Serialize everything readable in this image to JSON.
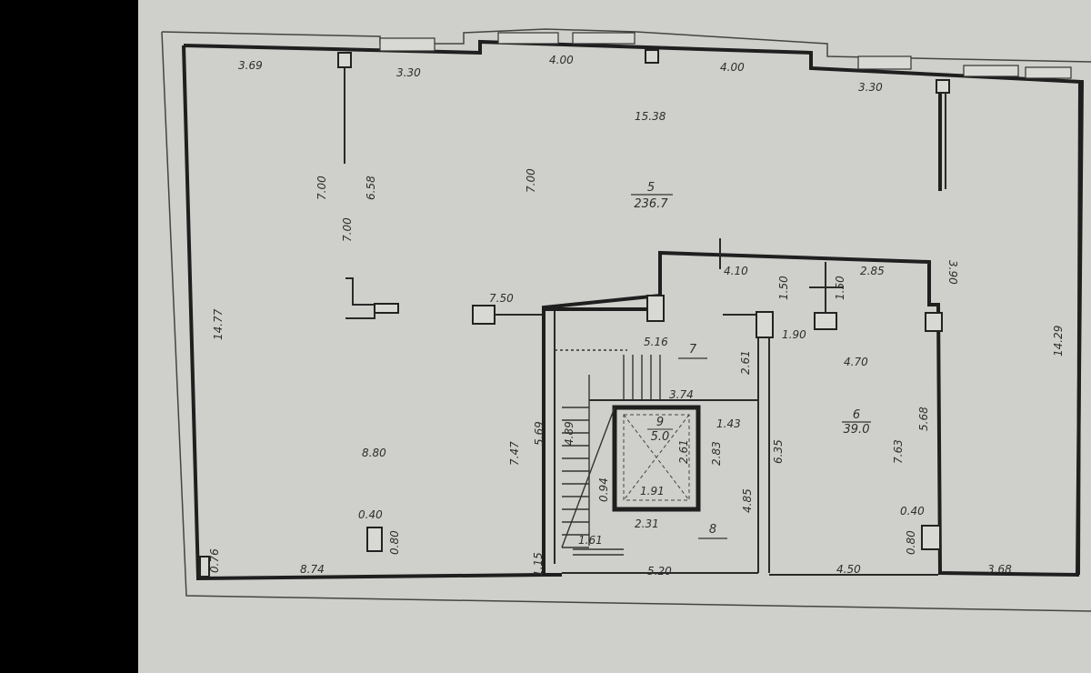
{
  "plan": {
    "labels": [
      {
        "id": "dim-3-69",
        "text": "3.69"
      },
      {
        "id": "dim-3-30-a",
        "text": "3.30"
      },
      {
        "id": "dim-4-00-a",
        "text": "4.00"
      },
      {
        "id": "dim-4-00-b",
        "text": "4.00"
      },
      {
        "id": "dim-3-30-b",
        "text": "3.30"
      },
      {
        "id": "dim-15-38",
        "text": "15.38"
      },
      {
        "id": "dim-7-00-a",
        "text": "7.00"
      },
      {
        "id": "dim-6-58",
        "text": "6.58"
      },
      {
        "id": "dim-7-00-b",
        "text": "7.00"
      },
      {
        "id": "dim-7-00-c",
        "text": "7.00"
      },
      {
        "id": "dim-3-90",
        "text": "3.90"
      },
      {
        "id": "dim-14-77",
        "text": "14.77"
      },
      {
        "id": "dim-14-29",
        "text": "14.29"
      },
      {
        "id": "dim-7-50",
        "text": "7.50"
      },
      {
        "id": "dim-4-10",
        "text": "4.10"
      },
      {
        "id": "dim-1-50-a",
        "text": "1.50"
      },
      {
        "id": "dim-1-50-b",
        "text": "1.50"
      },
      {
        "id": "dim-2-85",
        "text": "2.85"
      },
      {
        "id": "dim-5-16",
        "text": "5.16"
      },
      {
        "id": "dim-2-61",
        "text": "2.61"
      },
      {
        "id": "dim-1-90",
        "text": "1.90"
      },
      {
        "id": "dim-4-70",
        "text": "4.70"
      },
      {
        "id": "dim-3-74",
        "text": "3.74"
      },
      {
        "id": "dim-1-43",
        "text": "1.43"
      },
      {
        "id": "dim-8-80",
        "text": "8.80"
      },
      {
        "id": "dim-7-47",
        "text": "7.47"
      },
      {
        "id": "dim-5-69",
        "text": "5.69"
      },
      {
        "id": "dim-4-89",
        "text": "4.89"
      },
      {
        "id": "dim-2-61-b",
        "text": "2.61"
      },
      {
        "id": "dim-2-83",
        "text": "2.83"
      },
      {
        "id": "dim-6-35",
        "text": "6.35"
      },
      {
        "id": "dim-7-63",
        "text": "7.63"
      },
      {
        "id": "dim-5-68",
        "text": "5.68"
      },
      {
        "id": "dim-0-94",
        "text": "0.94"
      },
      {
        "id": "dim-1-91",
        "text": "1.91"
      },
      {
        "id": "dim-4-85",
        "text": "4.85"
      },
      {
        "id": "dim-0-40-a",
        "text": "0.40"
      },
      {
        "id": "dim-0-80-a",
        "text": "0.80"
      },
      {
        "id": "dim-2-31",
        "text": "2.31"
      },
      {
        "id": "dim-0-40-b",
        "text": "0.40"
      },
      {
        "id": "dim-0-80-b",
        "text": "0.80"
      },
      {
        "id": "dim-1-61",
        "text": "1.61"
      },
      {
        "id": "dim-0-76",
        "text": "0.76"
      },
      {
        "id": "dim-8-74",
        "text": "8.74"
      },
      {
        "id": "dim-1-15",
        "text": "1.15"
      },
      {
        "id": "dim-5-20",
        "text": "5.20"
      },
      {
        "id": "dim-4-50",
        "text": "4.50"
      },
      {
        "id": "dim-3-68",
        "text": "3.68"
      }
    ],
    "rooms": [
      {
        "id": "room-5",
        "number": "5",
        "area": "236.7"
      },
      {
        "id": "room-6",
        "number": "6",
        "area": "39.0"
      },
      {
        "id": "room-7",
        "number": "7",
        "area": ""
      },
      {
        "id": "room-8",
        "number": "8",
        "area": ""
      },
      {
        "id": "room-9",
        "number": "9",
        "area": "5.0"
      }
    ]
  }
}
